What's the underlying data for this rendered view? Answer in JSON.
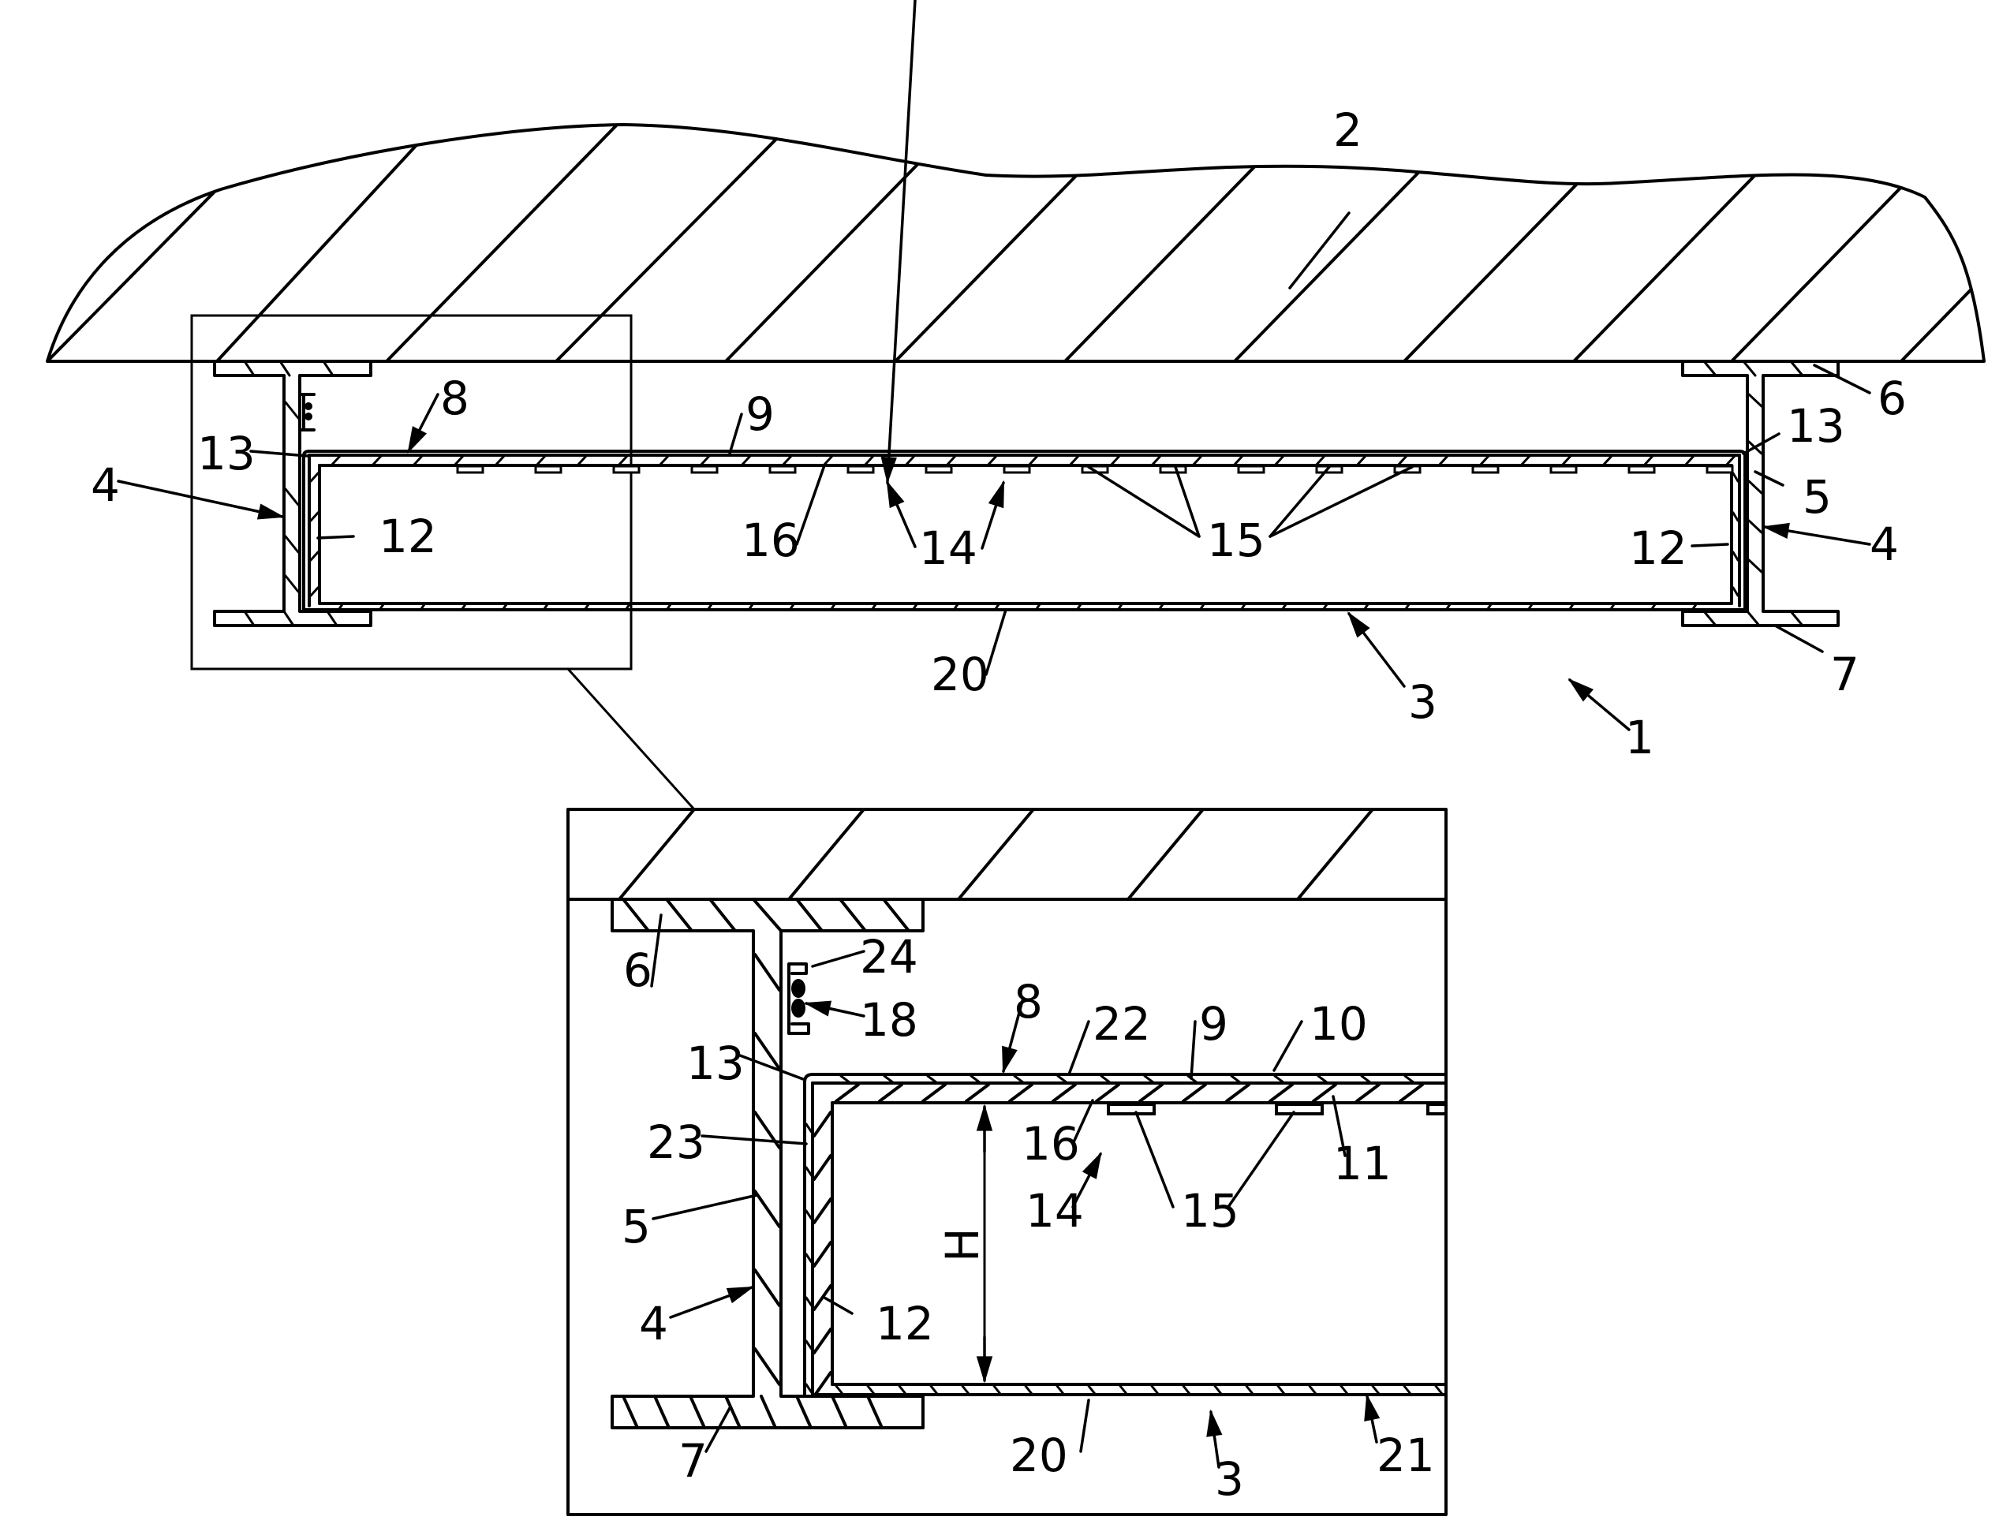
{
  "figure": {
    "type": "patent-cross-section",
    "line_color": "#000000",
    "background": "#ffffff"
  },
  "main_view": {
    "labels": {
      "ceiling": "2",
      "assembly": "1",
      "panel": "3",
      "beam_left": "4",
      "beam_right": "4",
      "web": "5",
      "top_flange": "6",
      "bottom_flange": "7",
      "top_wall": "8",
      "top_skin": "9",
      "side_left": "12",
      "side_right": "12",
      "corner_left": "13",
      "corner_right": "13",
      "cavity_a": "14",
      "cavity_b": "14",
      "ribs": "15",
      "rib_base": "16",
      "bottom_skin": "20"
    }
  },
  "detail_view": {
    "labels": {
      "top_flange": "6",
      "seal_clip": "24",
      "seal": "18",
      "top_wall": "8",
      "layer_22": "22",
      "top_skin": "9",
      "layer_10": "10",
      "corner": "13",
      "layer_11": "11",
      "layer_23": "23",
      "rib_base": "16",
      "cavity": "14",
      "ribs": "15",
      "web": "5",
      "beam": "4",
      "height": "H",
      "side": "12",
      "bottom_flange": "7",
      "bottom_skin": "20",
      "panel": "3",
      "bottom_layer": "21"
    }
  }
}
